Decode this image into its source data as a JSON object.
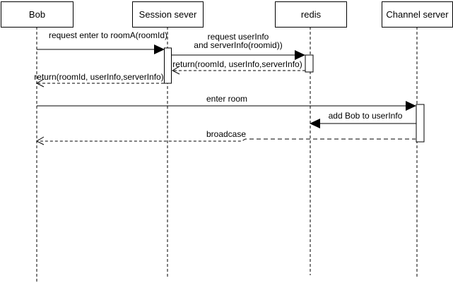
{
  "diagram": {
    "type": "sequence-diagram",
    "colors": {
      "line": "#000000",
      "background": "#ffffff",
      "secondary_line": "#808080"
    },
    "participants": [
      {
        "id": "bob",
        "label": "Bob"
      },
      {
        "id": "session-server",
        "label": "Session sever"
      },
      {
        "id": "redis",
        "label": "redis"
      },
      {
        "id": "channel-server",
        "label": "Channel server"
      }
    ],
    "messages": [
      {
        "from": "Bob",
        "to": "Session sever",
        "style": "solid",
        "label": "request enter to roomA(roomId)"
      },
      {
        "from": "Session sever",
        "to": "redis",
        "style": "solid",
        "label": "request userInfo and serverInfo(roomid))",
        "label_line1": "request userInfo",
        "label_line2": "and serverInfo(roomid))"
      },
      {
        "from": "redis",
        "to": "Session sever",
        "style": "dashed",
        "label": "return(roomId, userInfo,serverInfo)"
      },
      {
        "from": "Session sever",
        "to": "Bob",
        "style": "dashed",
        "label": "return(roomId, userInfo,serverInfo)"
      },
      {
        "from": "Bob",
        "to": "Channel server",
        "style": "solid",
        "label": "enter room"
      },
      {
        "from": "Channel server",
        "to": "redis",
        "style": "solid",
        "label": "add Bob to userInfo"
      },
      {
        "from": "Channel server",
        "to": "Bob",
        "style": "dashed",
        "label": "broadcase"
      }
    ]
  }
}
